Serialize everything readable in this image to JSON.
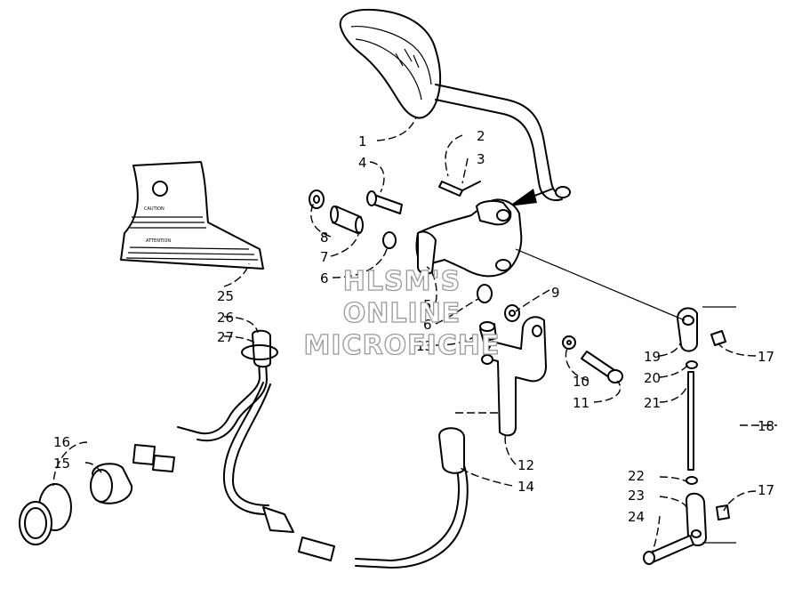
{
  "diagram": {
    "callouts": [
      {
        "id": "c1",
        "label": "1"
      },
      {
        "id": "c2",
        "label": "2"
      },
      {
        "id": "c3",
        "label": "3"
      },
      {
        "id": "c4",
        "label": "4"
      },
      {
        "id": "c5",
        "label": "5"
      },
      {
        "id": "c6a",
        "label": "6"
      },
      {
        "id": "c6b",
        "label": "6"
      },
      {
        "id": "c7",
        "label": "7"
      },
      {
        "id": "c8",
        "label": "8"
      },
      {
        "id": "c9",
        "label": "9"
      },
      {
        "id": "c10",
        "label": "10"
      },
      {
        "id": "c11",
        "label": "11"
      },
      {
        "id": "c12",
        "label": "12"
      },
      {
        "id": "c13",
        "label": "13"
      },
      {
        "id": "c14",
        "label": "14"
      },
      {
        "id": "c15",
        "label": "15"
      },
      {
        "id": "c16",
        "label": "16"
      },
      {
        "id": "c17a",
        "label": "17"
      },
      {
        "id": "c17b",
        "label": "17"
      },
      {
        "id": "c18",
        "label": "18"
      },
      {
        "id": "c19",
        "label": "19"
      },
      {
        "id": "c20",
        "label": "20"
      },
      {
        "id": "c21",
        "label": "21"
      },
      {
        "id": "c22",
        "label": "22"
      },
      {
        "id": "c23",
        "label": "23"
      },
      {
        "id": "c24",
        "label": "24"
      },
      {
        "id": "c25",
        "label": "25"
      },
      {
        "id": "c26",
        "label": "26"
      },
      {
        "id": "c27",
        "label": "27"
      }
    ],
    "watermark": [
      "HLSM'S",
      "ONLINE",
      "MICROFICHE"
    ],
    "decal": {
      "caution": "CAUTION",
      "attention": "ATTENTION"
    }
  }
}
